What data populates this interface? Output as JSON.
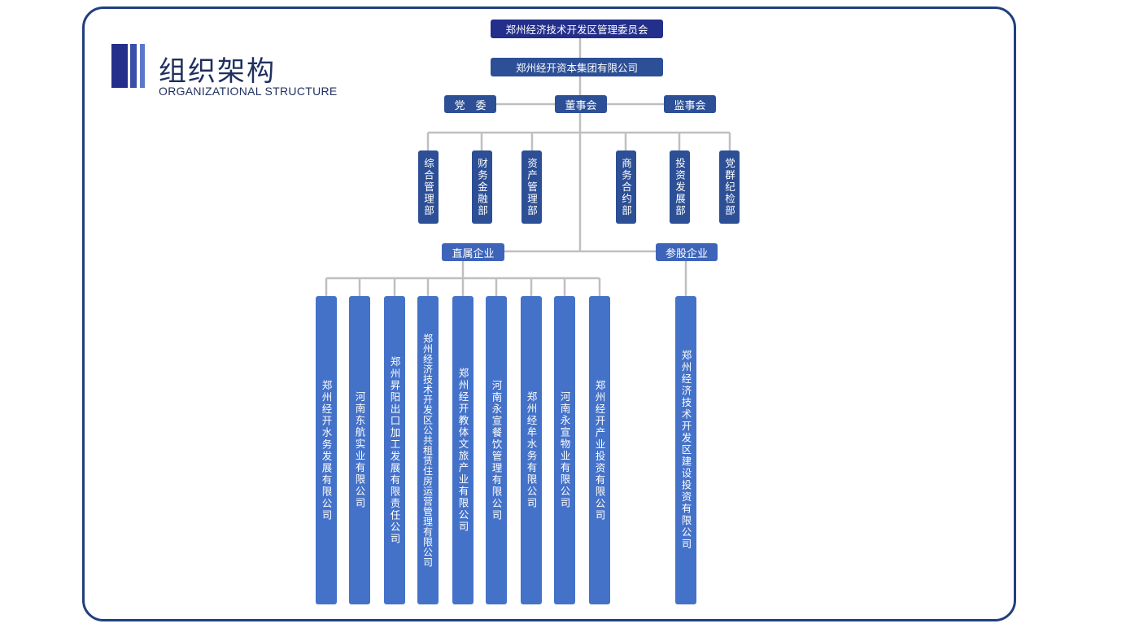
{
  "header": {
    "title_cn": "组织架构",
    "title_en": "ORGANIZATIONAL STRUCTURE"
  },
  "org": {
    "top": "郑州经济技术开发区管理委员会",
    "group": "郑州经开资本集团有限公司",
    "party": "党　委",
    "board": "董事会",
    "supervisors": "监事会",
    "departments": [
      "综合管理部",
      "财务金融部",
      "资产管理部",
      "商务合约部",
      "投资发展部",
      "党群纪检部"
    ],
    "direct_label": "直属企业",
    "shareholding_label": "参股企业",
    "direct_companies": [
      "郑州经开水务发展有限公司",
      "河南东航实业有限公司",
      "郑州昇阳出口加工发展有限责任公司",
      "郑州经济技术开发区公共租赁住房运营管理有限公司",
      "郑州经开教体文旅产业有限公司",
      "河南永宣餐饮管理有限公司",
      "郑州经牟水务有限公司",
      "河南永宣物业有限公司",
      "郑州经开产业投资有限公司"
    ],
    "shareholding_companies": [
      "郑州经济技术开发区建设投资有限公司"
    ]
  },
  "colors": {
    "frame": "#1f3f7f",
    "top_box": "#232f8a",
    "mid_box": "#2c4f96",
    "company_box": "#4472c9",
    "connector": "#bfbfbf"
  }
}
